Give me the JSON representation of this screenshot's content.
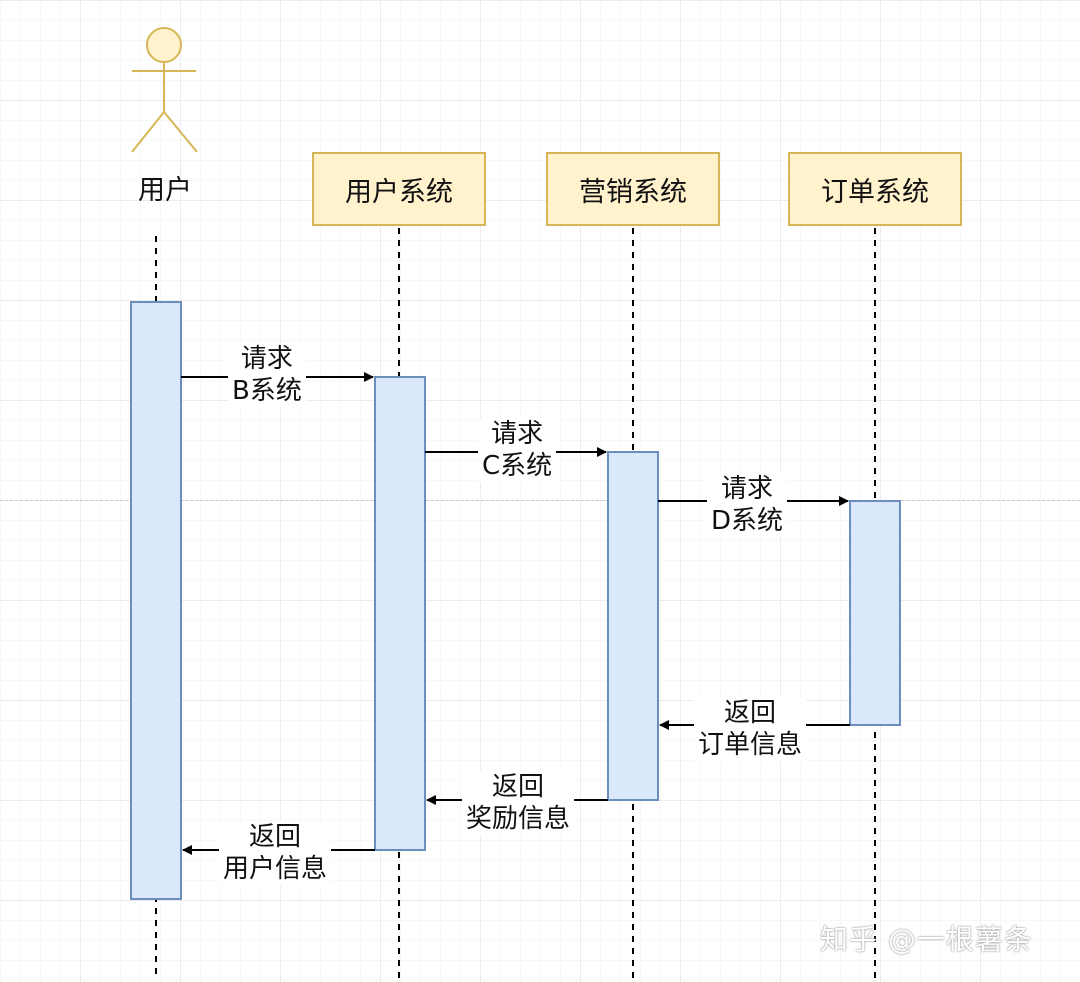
{
  "actor": {
    "label": "用户",
    "icon": "stick-figure-icon"
  },
  "participants": [
    {
      "label": "用户系统"
    },
    {
      "label": "营销系统"
    },
    {
      "label": "订单系统"
    }
  ],
  "messages": [
    {
      "line1": "请求",
      "line2": "B系统"
    },
    {
      "line1": "请求",
      "line2": "C系统"
    },
    {
      "line1": "请求",
      "line2": "D系统"
    },
    {
      "line1": "返回",
      "line2": "订单信息"
    },
    {
      "line1": "返回",
      "line2": "奖励信息"
    },
    {
      "line1": "返回",
      "line2": "用户信息"
    }
  ],
  "watermark": "知乎 @一根薯条",
  "colors": {
    "participant_fill": "#fff2cc",
    "participant_border": "#d6b656",
    "activation_fill": "#dae8fc",
    "activation_border": "#6c8ebf",
    "actor_fill": "#fff2cc",
    "actor_border": "#d6b656"
  }
}
